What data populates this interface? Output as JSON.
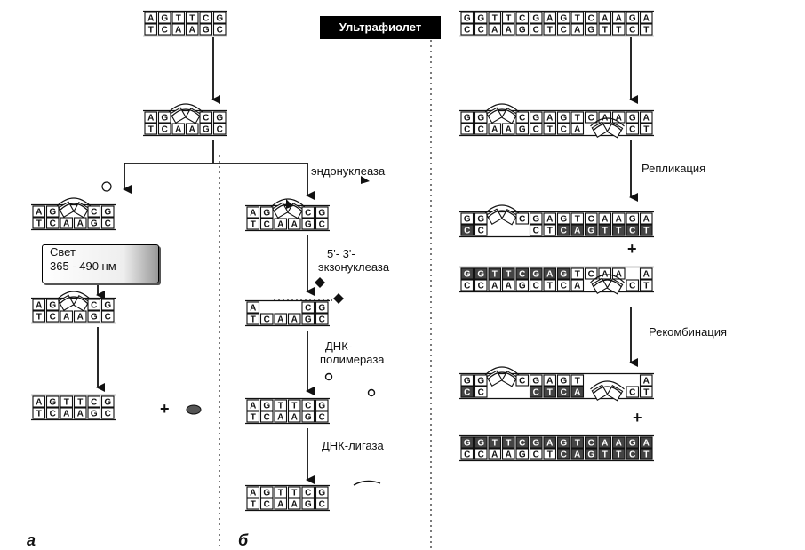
{
  "labels": {
    "ultraviolet": "Ультрафиолет",
    "light_line1": "Свет",
    "light_line2": "365 - 490 нм",
    "endonuclease": "эндонуклеаза",
    "exo_line1": "5'- 3'-",
    "exo_line2": "экзонуклеаза",
    "pol_line1": "ДНК-",
    "pol_line2": "полимераза",
    "ligase": "ДНК-лигаза",
    "replication": "Репликация",
    "recombination": "Рекомбинация",
    "plus": "+",
    "panel_a": "а",
    "panel_b": "б"
  },
  "sequences": {
    "short_top": [
      "A",
      "G",
      "T",
      "T",
      "C",
      "G"
    ],
    "short_bottom": [
      "T",
      "C",
      "A",
      "A",
      "G",
      "C"
    ],
    "long_top": [
      "G",
      "G",
      "T",
      "T",
      "C",
      "G",
      "A",
      "G",
      "T",
      "C",
      "A",
      "A",
      "G",
      "A"
    ],
    "long_bottom": [
      "C",
      "C",
      "A",
      "A",
      "G",
      "C",
      "T",
      "C",
      "A",
      "G",
      "T",
      "T",
      "C",
      "T"
    ]
  },
  "colors": {
    "ink": "#111111",
    "accent_bg": "#000000",
    "accent_text": "#ffffff"
  }
}
